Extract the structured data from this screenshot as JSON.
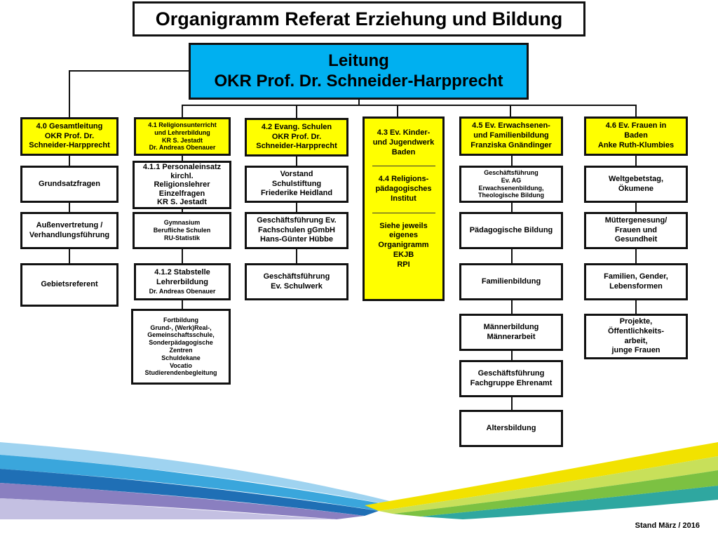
{
  "title": "Organigramm Referat Erziehung und Bildung",
  "leitung": {
    "line1": "Leitung",
    "line2": "OKR Prof. Dr. Schneider-Harpprecht",
    "color": "#00b0f0"
  },
  "accent_yellow": "#ffff00",
  "columns": [
    {
      "head": [
        "4.0 Gesamtleitung",
        "OKR Prof. Dr.",
        "Schneider-Harpprecht"
      ],
      "items": [
        [
          "Grundsatzfragen"
        ],
        [
          "Außenvertretung /",
          "Verhandlungsführung"
        ],
        [
          "Gebietsreferent"
        ]
      ]
    },
    {
      "head": [
        "4.1 Religionsunterricht",
        "und Lehrerbildung",
        "KR S. Jestadt",
        "Dr. Andreas Obenauer"
      ],
      "items": [
        [
          "4.1.1 Personaleinsatz",
          "kirchl.",
          "Religionslehrer",
          "Einzelfragen",
          "KR S. Jestadt"
        ],
        [
          "Gymnasium",
          "Berufliche Schulen",
          "RU-Statistik"
        ],
        [
          "4.1.2 Stabstelle",
          "Lehrerbildung",
          "Dr. Andreas Obenauer"
        ],
        [
          "Fortbildung",
          "Grund-, (Werk)Real-,",
          "Gemeinschaftsschule,",
          "Sonderpädagogische",
          "Zentren",
          "Schuldekane",
          "Vocatio",
          "Studierendenbegleitung"
        ]
      ]
    },
    {
      "head": [
        "4.2 Evang. Schulen",
        "OKR Prof. Dr.",
        "Schneider-Harpprecht"
      ],
      "items": [
        [
          "Vorstand",
          "Schulstiftung",
          "Friederike Heidland"
        ],
        [
          "Geschäftsführung Ev.",
          "Fachschulen gGmbH",
          "Hans-Günter Hübbe"
        ],
        [
          "Geschäftsführung",
          "Ev. Schulwerk"
        ]
      ]
    },
    {
      "head_a": [
        "4.3 Ev. Kinder-",
        "und Jugendwerk",
        "Baden"
      ],
      "head_b": [
        "4.4 Religions-",
        "pädagogisches",
        "Institut"
      ],
      "head_c": [
        "Siehe jeweils",
        "eigenes",
        "Organigramm",
        "EKJB",
        "RPI"
      ]
    },
    {
      "head": [
        "4.5 Ev. Erwachsenen-",
        "und Familienbildung",
        "Franziska Gnändinger"
      ],
      "items": [
        [
          "Geschäftsführung",
          "Ev. AG",
          "Erwachsenenbildung,",
          "Theologische Bildung"
        ],
        [
          "Pädagogische Bildung"
        ],
        [
          "Familienbildung"
        ],
        [
          "Männerbildung",
          "Männerarbeit"
        ],
        [
          "Geschäftsführung",
          "Fachgruppe Ehrenamt"
        ],
        [
          "Altersbildung"
        ]
      ]
    },
    {
      "head": [
        "4.6 Ev. Frauen in",
        "Baden",
        "Anke Ruth-Klumbies"
      ],
      "items": [
        [
          "Weltgebetstag,",
          "Ökumene"
        ],
        [
          "Müttergenesung/",
          "Frauen und",
          "Gesundheit"
        ],
        [
          "Familien, Gender,",
          "Lebensformen"
        ],
        [
          "Projekte,",
          "Öffentlichkeits-",
          "arbeit,",
          "junge Frauen"
        ]
      ]
    }
  ],
  "footer": "Stand März / 2016"
}
